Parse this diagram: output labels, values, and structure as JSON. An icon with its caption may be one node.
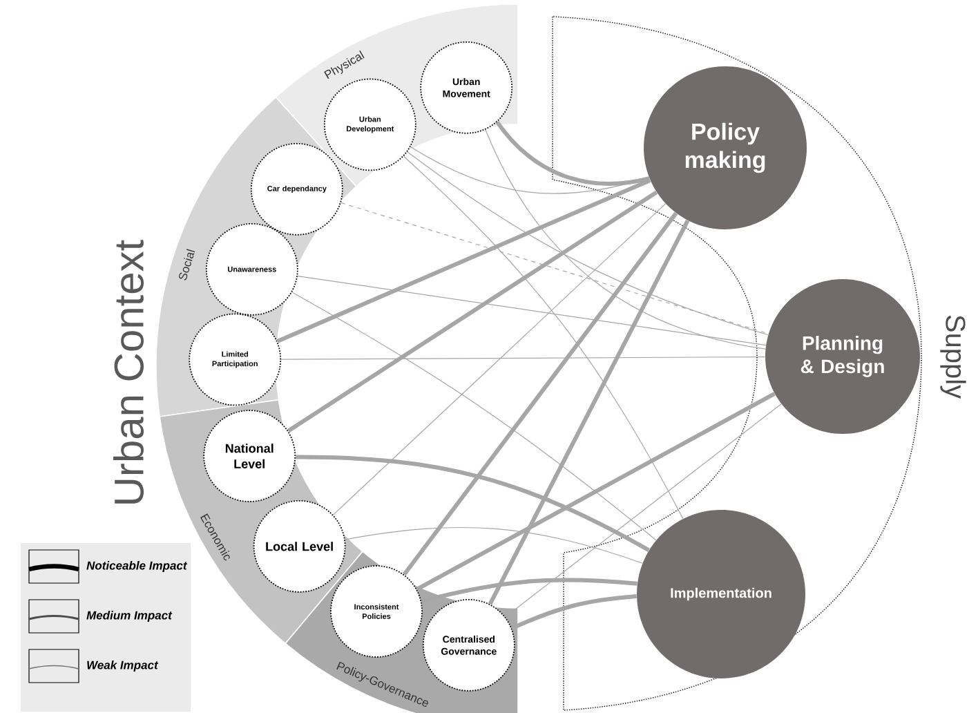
{
  "diagram": {
    "nodes": [
      {
        "text": [
          "Physical"
        ]
      },
      {
        "text": [
          "Urban Movement"
        ],
        "in": 0
      },
      {
        "text": [
          "Urban Development"
        ],
        "in": 0
      },
      {
        "text": [
          "Social"
        ]
      },
      {
        "text": [
          "Car dependancy"
        ],
        "in": 3
      },
      {
        "text": [
          "Unawareness"
        ],
        "in": 3
      },
      {
        "text": [
          "Limited Participation"
        ],
        "in": 3
      },
      {
        "text": [
          "Economic"
        ]
      },
      {
        "text": [
          "National Level"
        ],
        "in": 7
      },
      {
        "text": [
          "Local Level"
        ],
        "in": 7
      },
      {
        "text": [
          "Policy-Governance"
        ]
      },
      {
        "text": [
          "Inconsistent Policies"
        ],
        "in": 10
      },
      {
        "text": [
          "Centralised Governance"
        ],
        "in": 10
      },
      {
        "text": [
          "Supply"
        ]
      },
      {
        "text": [
          "Policy making"
        ],
        "in": 13
      },
      {
        "text": [
          "Planning & Design"
        ],
        "in": 13
      },
      {
        "text": [
          "Implementation"
        ],
        "in": 13
      }
    ],
    "edges": [
      {
        "from": 1,
        "to": 14,
        "arrow": "none",
        "style": "thick"
      },
      {
        "from": 1,
        "to": 15,
        "arrow": "none"
      },
      {
        "from": 2,
        "to": 14,
        "arrow": "none"
      },
      {
        "from": 2,
        "to": 15,
        "arrow": "none"
      },
      {
        "from": 2,
        "to": 16,
        "arrow": "none"
      },
      {
        "from": 4,
        "to": 15,
        "arrow": "none",
        "style": "dashed"
      },
      {
        "from": 5,
        "to": 15,
        "arrow": "none"
      },
      {
        "from": 5,
        "to": 16,
        "arrow": "none"
      },
      {
        "from": 6,
        "to": 14,
        "arrow": "none",
        "style": "thick"
      },
      {
        "from": 6,
        "to": 15,
        "arrow": "none"
      },
      {
        "from": 8,
        "to": 14,
        "arrow": "none",
        "style": "thick"
      },
      {
        "from": 8,
        "to": 16,
        "arrow": "none",
        "style": "thick"
      },
      {
        "from": 9,
        "to": 14,
        "arrow": "none"
      },
      {
        "from": 9,
        "to": 16,
        "arrow": "none"
      },
      {
        "from": 11,
        "to": 14,
        "arrow": "none",
        "style": "thick"
      },
      {
        "from": 11,
        "to": 15,
        "arrow": "none",
        "style": "thick"
      },
      {
        "from": 11,
        "to": 16,
        "arrow": "none",
        "style": "thick"
      },
      {
        "from": 12,
        "to": 14,
        "arrow": "none",
        "style": "thick"
      },
      {
        "from": 12,
        "to": 15,
        "arrow": "none"
      },
      {
        "from": 12,
        "to": 16,
        "arrow": "none",
        "style": "thick"
      }
    ],
    "labels": [
      "Urban Context"
    ],
    "legend": [
      {
        "text": "Noticeable Impact"
      },
      {
        "text": "Medium Impact"
      },
      {
        "text": "Weak Impact"
      }
    ]
  }
}
